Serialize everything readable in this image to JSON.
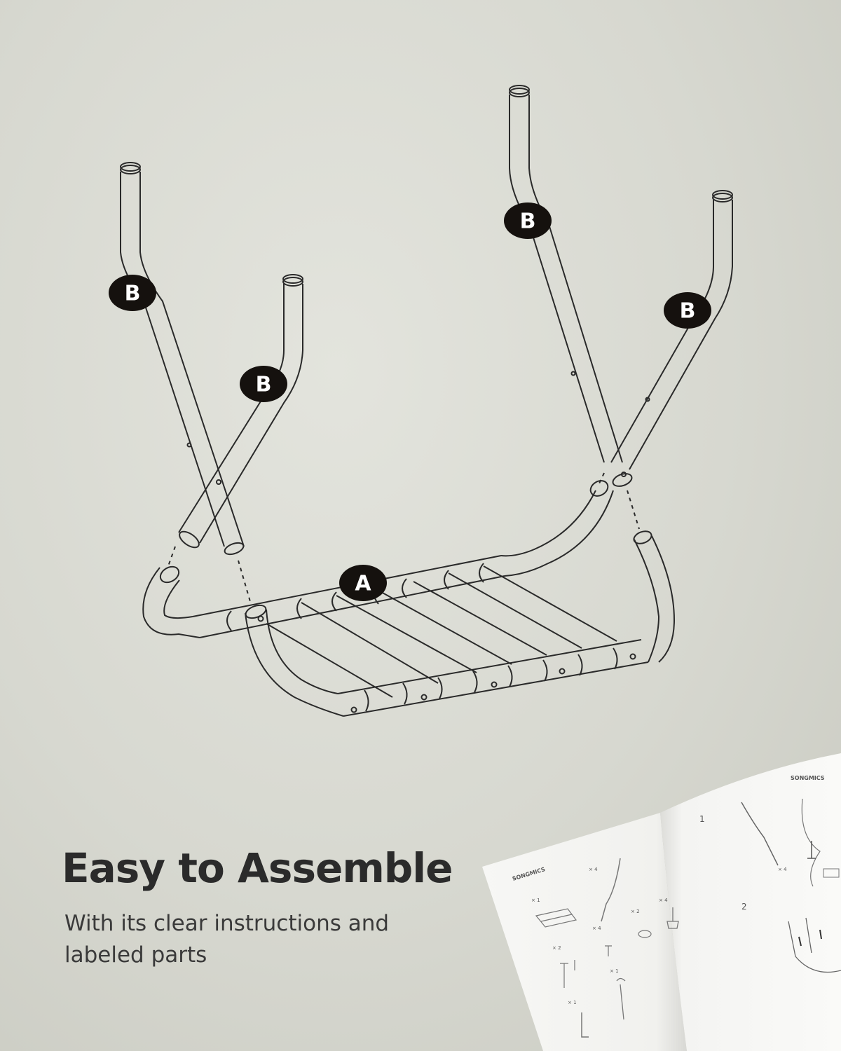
{
  "diagram": {
    "part_labels": {
      "frame": "A",
      "leg_1": "B",
      "leg_2": "B",
      "leg_3": "B",
      "leg_4": "B"
    }
  },
  "headline": "Easy to Assemble",
  "subtitle": "With its clear instructions and labeled parts",
  "manual": {
    "brand_left": "SONGMICS",
    "brand_right": "SONGMICS",
    "step_1": "1",
    "step_2": "2",
    "qty_frame": "× 1",
    "qty_legs": "× 4",
    "qty_feet": "× 4",
    "qty_caps": "× 2",
    "qty_bolts_a": "× 4",
    "qty_bolts_b": "× 2",
    "qty_wrench": "× 1",
    "qty_key": "× 1",
    "qty_step1": "× 4"
  },
  "colors": {
    "background": "#d7d8d0",
    "label": "#15110e",
    "line": "#2a2a2a",
    "text": "#2b2b2b"
  }
}
